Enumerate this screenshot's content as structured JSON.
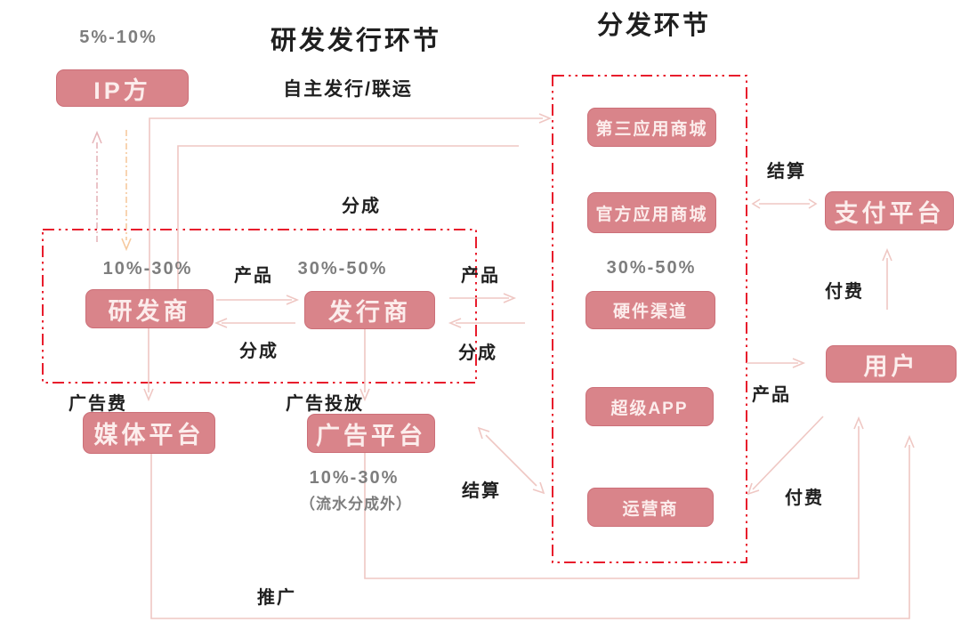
{
  "titles": {
    "rd_publishing": "研发发行环节",
    "distribution": "分发环节",
    "self_publish": "自主发行/联运"
  },
  "nodes": {
    "ip": "IP方",
    "developer": "研发商",
    "publisher": "发行商",
    "third_party_store": "第三应用商城",
    "official_store": "官方应用商城",
    "hardware_channel": "硬件渠道",
    "super_app": "超级APP",
    "operator": "运营商",
    "payment_platform": "支付平台",
    "user": "用户",
    "media_platform": "媒体平台",
    "ad_platform": "广告平台"
  },
  "percentages": {
    "ip_share": "5%-10%",
    "developer_share": "10%-30%",
    "publisher_share": "30%-50%",
    "channel_share": "30%-50%",
    "ad_share": "10%-30%",
    "ad_share_note": "（流水分成外）"
  },
  "flow_labels": {
    "share_top": "分成",
    "product_dev_pub": "产品",
    "share_pub_dev": "分成",
    "product_pub_right": "产品",
    "share_right_pub": "分成",
    "settle_top": "结算",
    "pay_top": "付费",
    "product_to_user": "产品",
    "ad_fee": "广告费",
    "ad_place": "广告投放",
    "settle_bottom": "结算",
    "pay_bottom": "付费",
    "promotion": "推广"
  },
  "colors": {
    "node_fill": "#d9848a",
    "node_text": "#fcedec",
    "dashed_border": "#e81c2c",
    "connector_pink": "#efc7c3",
    "connector_rose_dashdot": "#e6b6ba",
    "connector_orange_dashdot": "#f6c99e",
    "gray_text": "#7e7e7e",
    "black_text": "#1f1f1f"
  }
}
